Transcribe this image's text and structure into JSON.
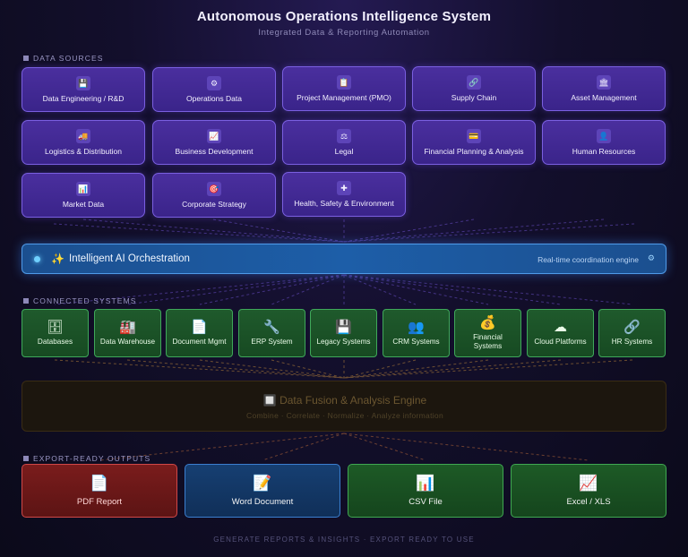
{
  "header": {
    "title": "Autonomous Operations Intelligence System",
    "subtitle": "Integrated Data & Reporting Automation"
  },
  "sections": {
    "data_sources": "DATA SOURCES",
    "connected_systems": "CONNECTED SYSTEMS",
    "export_outputs": "EXPORT-READY OUTPUTS"
  },
  "data_sources": [
    {
      "label": "Data Engineering / R&D",
      "icon": "💾"
    },
    {
      "label": "Operations Data",
      "icon": "⚙"
    },
    {
      "label": "Project Management (PMO)",
      "icon": "📋"
    },
    {
      "label": "Supply Chain",
      "icon": "🔗"
    },
    {
      "label": "Asset Management",
      "icon": "🏛"
    },
    {
      "label": "Logistics & Distribution",
      "icon": "🚚"
    },
    {
      "label": "Business Development",
      "icon": "📈"
    },
    {
      "label": "Legal",
      "icon": "⚖"
    },
    {
      "label": "Financial Planning & Analysis",
      "icon": "💳"
    },
    {
      "label": "Human Resources",
      "icon": "👤"
    },
    {
      "label": "Market Data",
      "icon": "📊"
    },
    {
      "label": "Corporate Strategy",
      "icon": "🎯"
    },
    {
      "label": "Health, Safety & Environment",
      "icon": "✚"
    }
  ],
  "orchestration": {
    "icon": "✨",
    "title": "Intelligent AI Orchestration",
    "subtitle": "Real-time coordination engine",
    "end_icon": "⚙"
  },
  "connected_systems": [
    {
      "label": "Databases",
      "icon": "🗄"
    },
    {
      "label": "Data Warehouse",
      "icon": "🏭"
    },
    {
      "label": "Document Mgmt",
      "icon": "📄"
    },
    {
      "label": "ERP System",
      "icon": "🔧"
    },
    {
      "label": "Legacy Systems",
      "icon": "💾"
    },
    {
      "label": "CRM Systems",
      "icon": "👥"
    },
    {
      "label": "Financial Systems",
      "icon": "💰"
    },
    {
      "label": "Cloud Platforms",
      "icon": "☁"
    },
    {
      "label": "HR Systems",
      "icon": "🔗"
    }
  ],
  "fusion": {
    "icon": "🔲",
    "title": "Data Fusion & Analysis Engine",
    "subtitle": "Combine · Correlate · Normalize · Analyze information"
  },
  "outputs": [
    {
      "label": "PDF Report",
      "icon": "📄"
    },
    {
      "label": "Word Document",
      "icon": "📝"
    },
    {
      "label": "CSV File",
      "icon": "📊"
    },
    {
      "label": "Excel / XLS",
      "icon": "📈"
    }
  ],
  "footer": "GENERATE REPORTS & INSIGHTS · EXPORT READY TO USE",
  "colors": {
    "source_fill": "#3f2894",
    "orchestration_fill": "#1d5ea8",
    "system_fill": "#1c5228",
    "fusion_fill": "#1c160e",
    "pdf": "#7a1c1c",
    "word": "#163f72",
    "csv_xls": "#1d5a26"
  }
}
